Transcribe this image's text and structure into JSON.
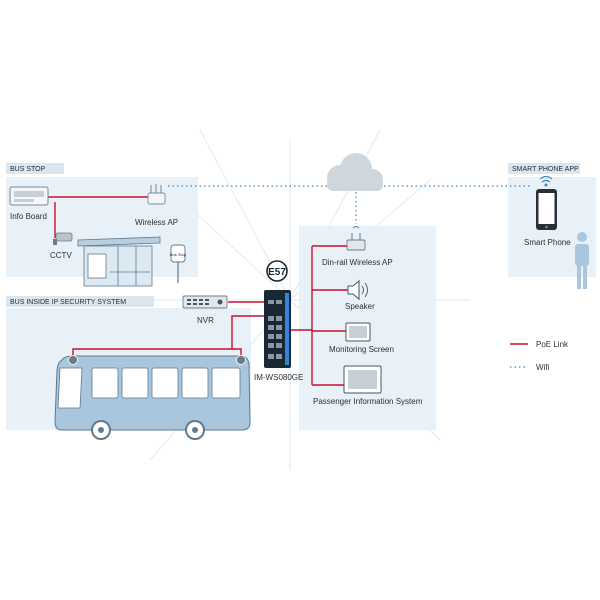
{
  "panels": {
    "bus_stop": "BUS STOP",
    "smart_phone_app": "SMART PHONE APP",
    "bus_inside": "BUS INSIDE IP SECURITY SYSTEM"
  },
  "devices": {
    "info_board": "Info Board",
    "cctv": "CCTV",
    "wireless_ap": "Wireless AP",
    "bus_stop_sign": "Bus Stop",
    "smart_phone": "Smart Phone",
    "nvr": "NVR",
    "switch_model": "IM-WS080GE",
    "e_mark": "E57",
    "din_rail_ap": "Din-rail Wireless AP",
    "speaker": "Speaker",
    "monitoring_screen": "Monitoring Screen",
    "passenger_info": "Passenger Information System"
  },
  "legend": {
    "poe": "PoE Link",
    "wifi": "Wifi"
  },
  "colors": {
    "poe_link": "#c8102e",
    "wifi_link": "#3b86c6",
    "panel_bg": "#e8f1f7",
    "bus_body": "#a9c6dc",
    "switch_body": "#1b2733",
    "switch_accent": "#2e86de"
  }
}
